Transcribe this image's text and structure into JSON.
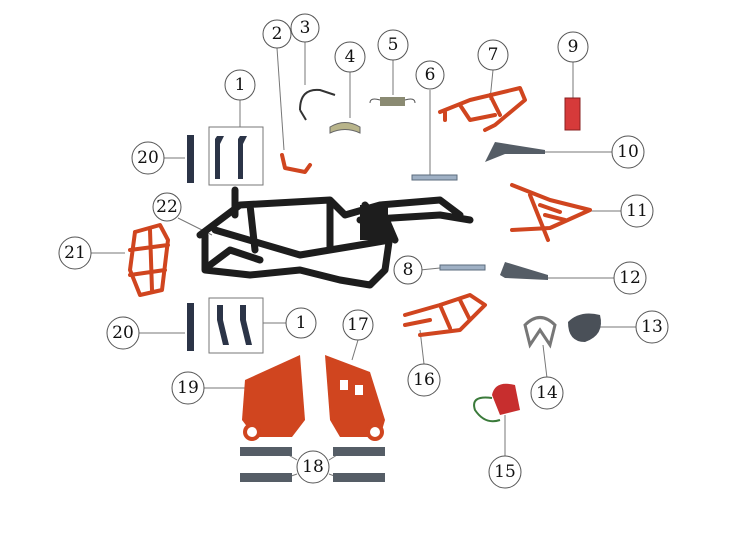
{
  "title": "Frame parts exploded diagram",
  "callouts": {
    "c1a": "1",
    "c1b": "1",
    "c2": "2",
    "c3": "3",
    "c4": "4",
    "c5": "5",
    "c6": "6",
    "c7": "7",
    "c8": "8",
    "c9": "9",
    "c10": "10",
    "c11": "11",
    "c12": "12",
    "c13": "13",
    "c14": "14",
    "c15": "15",
    "c16": "16",
    "c17": "17",
    "c18": "18",
    "c19": "19",
    "c20a": "20",
    "c20b": "20",
    "c21": "21",
    "c22": "22"
  },
  "colors": {
    "frame": "#1d1d1d",
    "painted_parts": "#d0451f",
    "brackets": "#2b3447"
  }
}
